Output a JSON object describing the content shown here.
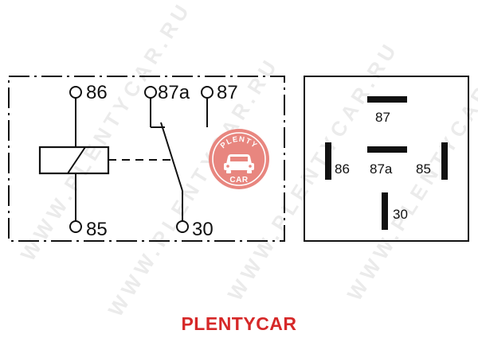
{
  "colors": {
    "ink": "#111111",
    "brand": "#d62828",
    "logo_fill": "#e8867f",
    "watermark": "#d4d4d4"
  },
  "schematic": {
    "terminals": {
      "t86": "86",
      "t87a": "87a",
      "t87": "87",
      "t85": "85",
      "t30": "30"
    }
  },
  "pinout": {
    "pins": {
      "p87": "87",
      "p86": "86",
      "p87a": "87a",
      "p85": "85",
      "p30": "30"
    }
  },
  "logo": {
    "top_text": "PLENTY",
    "bottom_text": "CAR",
    "icon": "car-icon"
  },
  "watermark": {
    "text": "WWW.PLENTYCAR.RU"
  },
  "footer": {
    "brand_text": "PLENTYCAR"
  }
}
